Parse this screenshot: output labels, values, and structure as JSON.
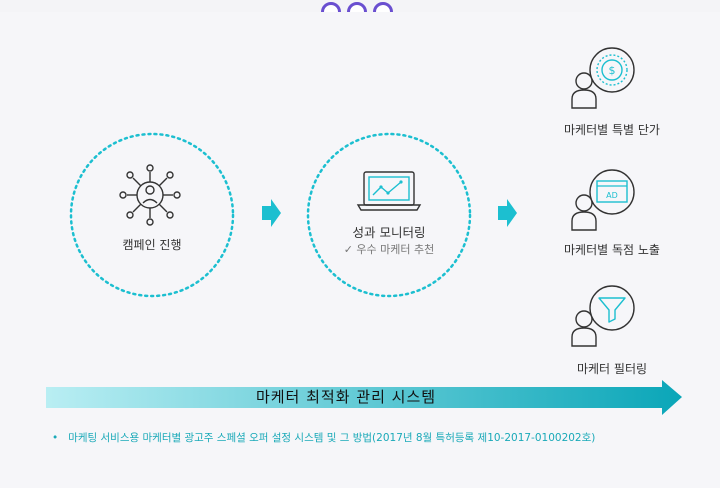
{
  "flow": {
    "step1": {
      "label": "캠페인 진행",
      "icon": "network-user-icon"
    },
    "step2": {
      "label": "성과 모니터링",
      "sub": "✓ 우수 마케터 추천",
      "icon": "laptop-chart-icon"
    }
  },
  "outcomes": [
    {
      "label": "마케터별 특별 단가",
      "icon": "user-dollar-icon"
    },
    {
      "label": "마케터별 독점 노출",
      "icon": "user-ad-icon"
    },
    {
      "label": "마케터 필터링",
      "icon": "user-filter-icon"
    }
  ],
  "system_bar": {
    "label": "마케터 최적화 관리 시스템"
  },
  "footnote": {
    "bullet": "•",
    "text": "마케팅 서비스용 마케터별 광고주 스페셜 오퍼 설정 시스템 및 그 방법(2017년 8월 특허등록 제10-2017-0100202호)"
  },
  "colors": {
    "accent": "#1cbfd0",
    "dots": "#6a4fd0",
    "bar_start": "#b9eef3",
    "bar_end": "#0aa6b8"
  }
}
